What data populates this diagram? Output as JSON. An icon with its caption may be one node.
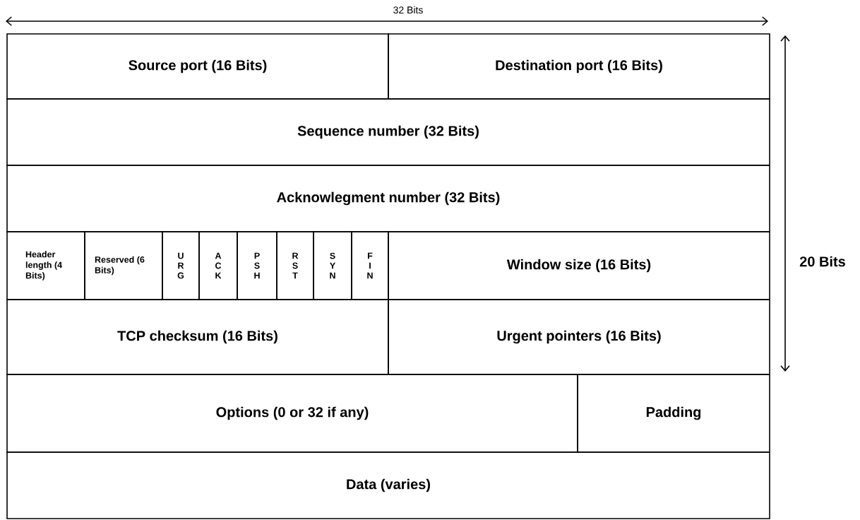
{
  "diagram": {
    "nodes": [
      {
        "text": [
          "Source port (16 Bits)"
        ]
      },
      {
        "text": [
          "Destination port (16 Bits)"
        ]
      },
      {
        "text": [
          "Sequence number (32 Bits)"
        ]
      },
      {
        "text": [
          "Acknowlegment number (32 Bits)"
        ]
      },
      {
        "text": [
          "Header length (4 Bits)"
        ]
      },
      {
        "text": [
          "Reserved (6 Bits)"
        ]
      },
      {
        "text": [
          "U R G"
        ]
      },
      {
        "text": [
          "A C K"
        ]
      },
      {
        "text": [
          "P S H"
        ]
      },
      {
        "text": [
          "R S T"
        ]
      },
      {
        "text": [
          "S Y N"
        ]
      },
      {
        "text": [
          "F I N"
        ]
      },
      {
        "text": [
          "Window size (16 Bits)"
        ]
      },
      {
        "text": [
          "TCP checksum (16 Bits)"
        ]
      },
      {
        "text": [
          "Urgent pointers (16 Bits)"
        ]
      },
      {
        "text": [
          "Options (0 or 32 if any)"
        ]
      },
      {
        "text": [
          "Padding"
        ]
      },
      {
        "text": [
          "Data (varies)"
        ]
      }
    ],
    "labels": [
      "32 Bits",
      "20 Bits"
    ]
  }
}
